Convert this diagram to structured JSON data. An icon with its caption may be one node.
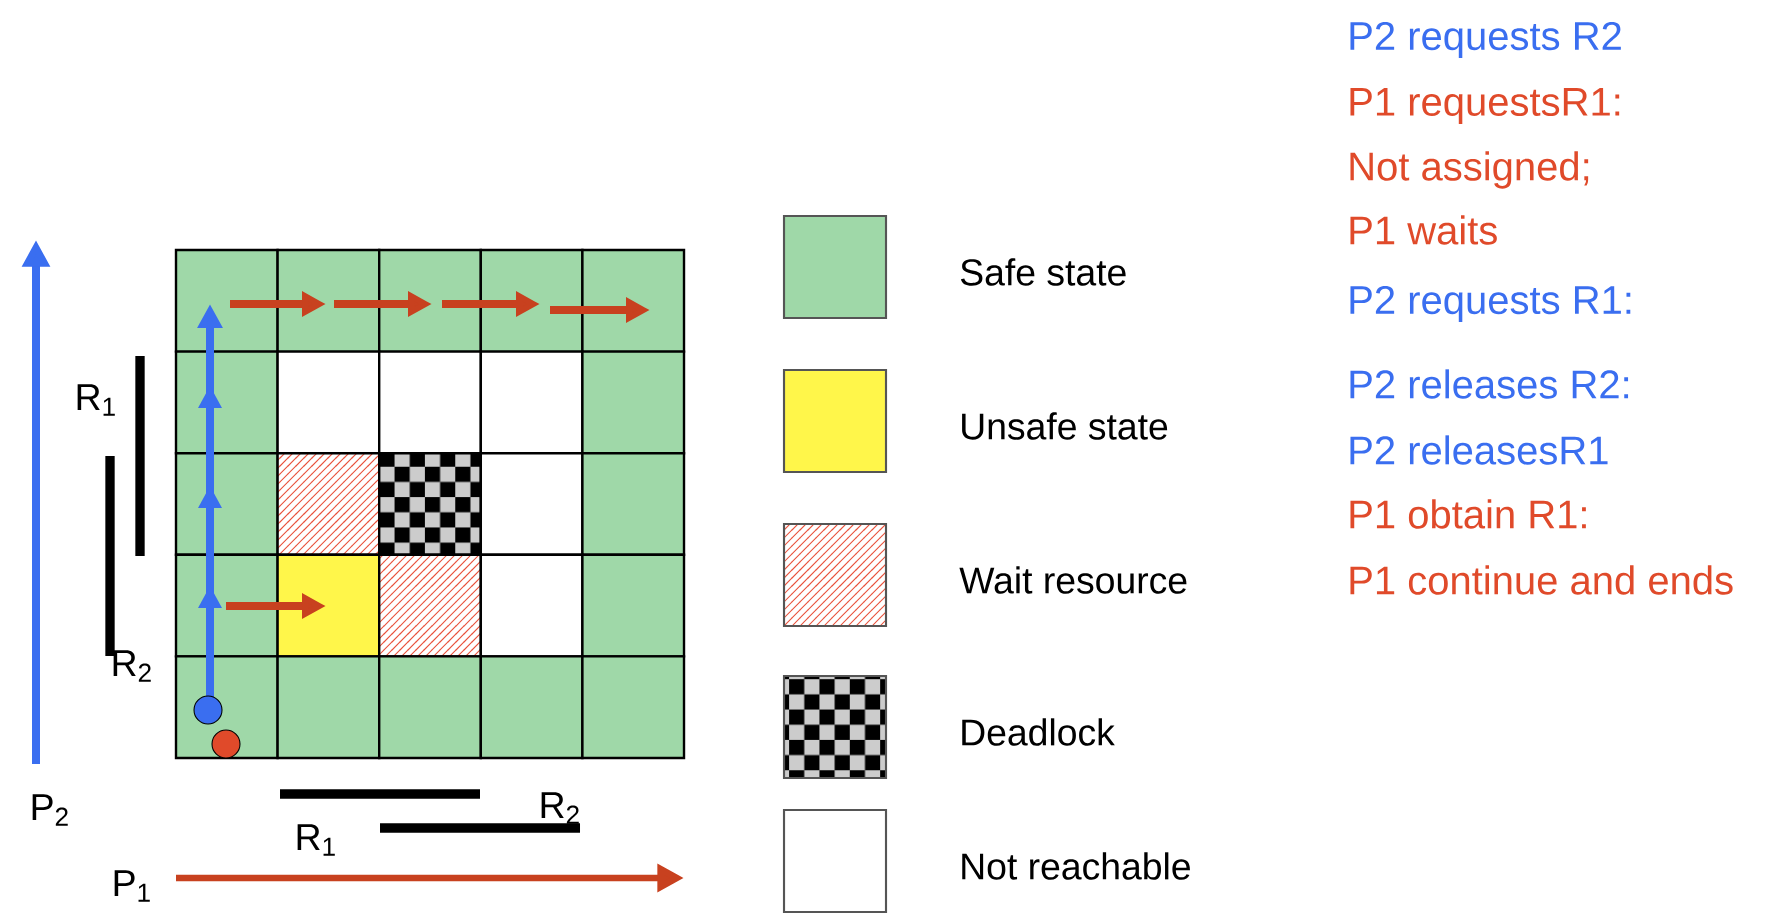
{
  "diagram": {
    "labels": [
      "P2 requests R2",
      "P1 requestsR1:",
      "Not assigned;",
      "P1 waits",
      "P2 requests R1:",
      "P2 releases R2:",
      "P2 releasesR1",
      "P1 obtain R1:",
      "P1 continue and ends",
      "R$_{1}$",
      "R$_{2}$",
      "P$_{2}$",
      "R$_{1}$",
      "R$_{2}$",
      "P$_{1}$"
    ],
    "legend": [
      {
        "text": "Safe state",
        "color": "#9fd8a8"
      },
      {
        "text": "Unsafe state",
        "color": "#fff64a"
      },
      {
        "text": "Wait resource"
      },
      {
        "text": "Deadlock"
      },
      {
        "text": "Not reachable",
        "color": "#ffffff"
      }
    ]
  }
}
